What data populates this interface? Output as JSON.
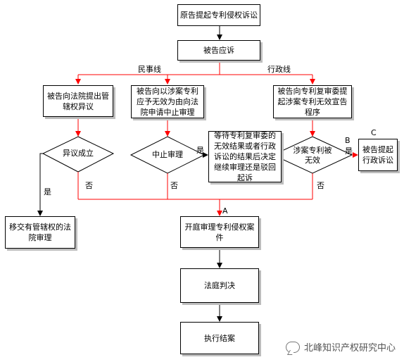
{
  "nodes": {
    "plaintiff_suit": "原告提起专利侵权诉讼",
    "defendant_response": "被告应诉",
    "jurisdiction_objection": "被告向法院提出管辖权异议",
    "invalid_request": "被告向以涉案专利应予无效为由向法院申请中止审理",
    "review_board": "被告向专利复审委提起涉案专利无效宣告程序",
    "objection_ok": "异议成立",
    "suspend_trial": "中止审理",
    "wait_result": "等待专利复审委的无效结果或者行政诉讼的结果后决定继续审理还是驳回起诉",
    "patent_invalid": "涉案专利被无效",
    "admin_suit": "被告提起行政诉讼",
    "transfer_court": "移交有管辖权的法院审理",
    "trial": "开庭审理专利侵权案件",
    "judgment": "法庭判决",
    "execute": "执行结案"
  },
  "labels": {
    "civil_line": "民事线",
    "admin_line": "行政线",
    "yes_left": "是",
    "no_left": "否",
    "yes_mid": "是",
    "no_mid": "否",
    "no_right": "否",
    "yes_right": "是",
    "letter_a": "A",
    "letter_b": "B",
    "letter_c": "C"
  },
  "watermark": {
    "text": "北峰知识产权研究中心",
    "icon": "chat-bubble-icon"
  },
  "colors": {
    "red_line": "#ff0000",
    "black_line": "#000000",
    "shadow": "#bdbdbd"
  }
}
